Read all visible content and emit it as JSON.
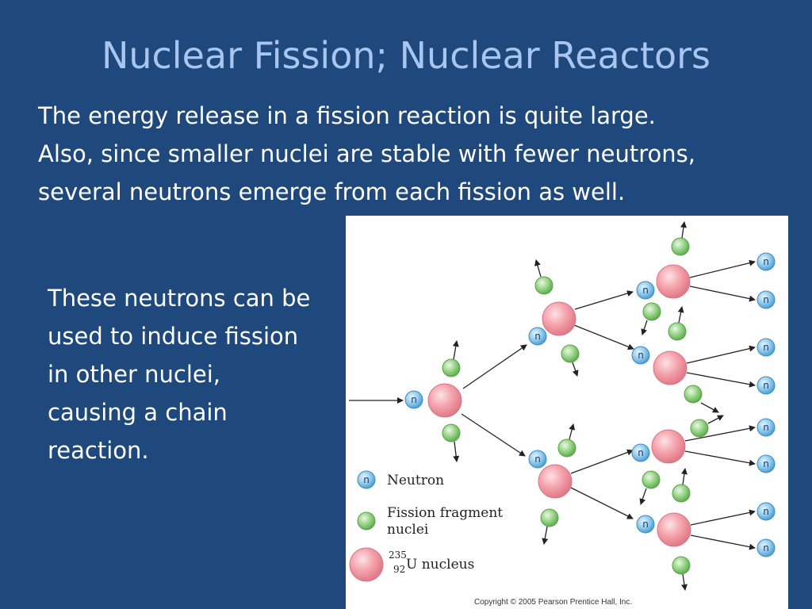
{
  "slide": {
    "title": "Nuclear Fission; Nuclear Reactors",
    "intro_line1": "The energy release in a fission reaction is quite large.",
    "intro_line2": "Also, since smaller nuclei are stable with fewer neutrons,",
    "intro_line3": "several neutrons emerge from each fission as well.",
    "side_line1": "These neutrons can be",
    "side_line2": "used to induce fission",
    "side_line3": "in other nuclei,",
    "side_line4": "causing a chain",
    "side_line5": "reaction."
  },
  "figure": {
    "neutron_symbol": "n",
    "legend": {
      "neutron": "Neutron",
      "fragment_line1": "Fission fragment",
      "fragment_line2": "nuclei",
      "uranium_mass": "235",
      "uranium_atomic": "92",
      "uranium_label": "U nucleus"
    },
    "copyright": "Copyright © 2005 Pearson Prentice Hall, Inc."
  },
  "colors": {
    "background": "#1f487c",
    "title": "#a8c6f0",
    "neutron": "#8cc8ec",
    "fragment": "#90d080",
    "uranium": "#f4a0aa"
  }
}
